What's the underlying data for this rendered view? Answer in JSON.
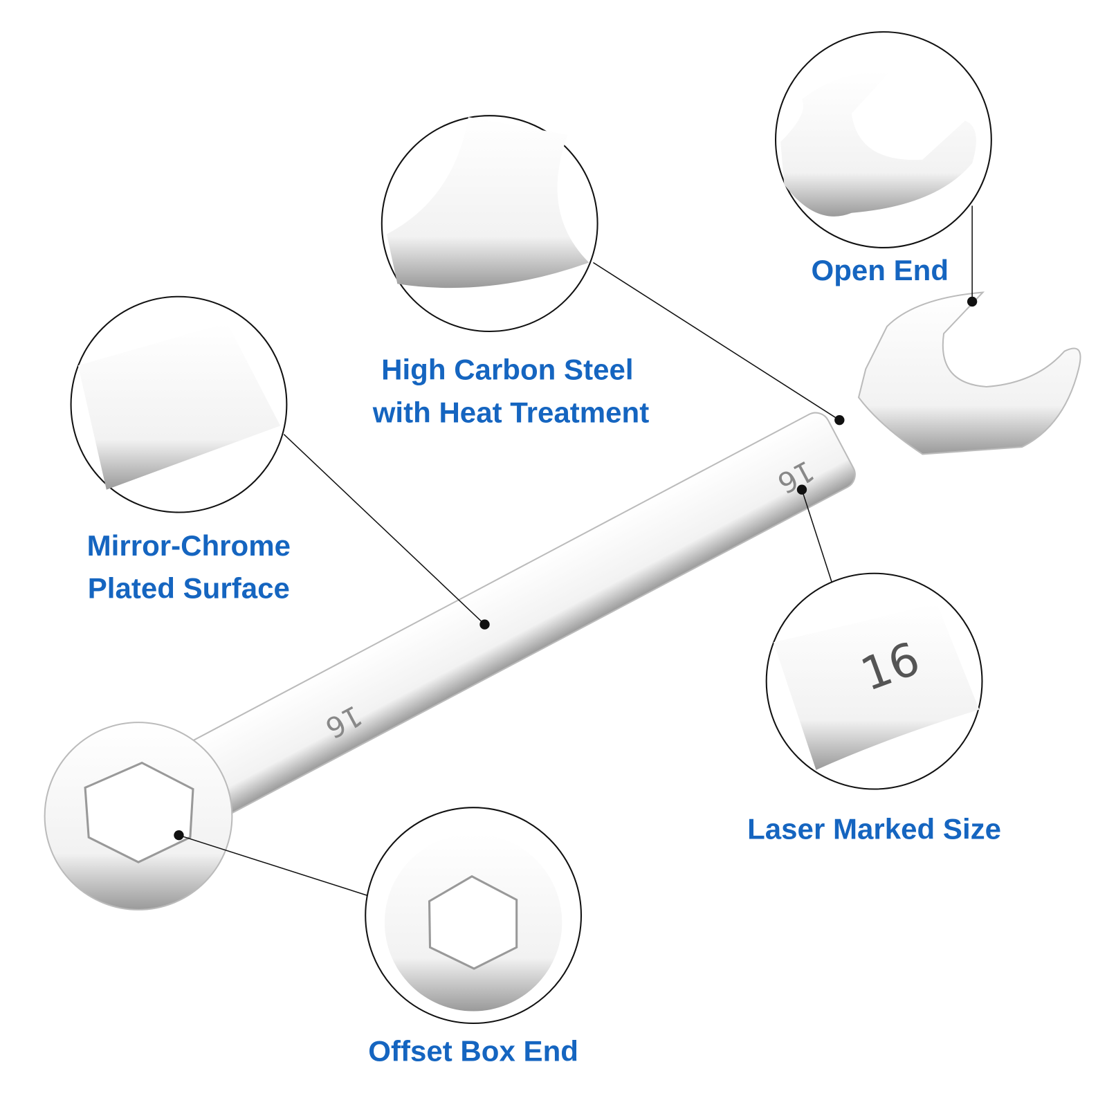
{
  "labels": {
    "open_end": "Open End",
    "steel_line1": "High Carbon Steel",
    "steel_line2": "with Heat Treatment",
    "chrome_line1": "Mirror-Chrome",
    "chrome_line2": "Plated Surface",
    "laser": "Laser Marked Size",
    "box_end": "Offset Box End"
  },
  "size_marking": "16",
  "colors": {
    "label": "#1565c0",
    "steel": "#e6e6e6",
    "outline": "#222222"
  }
}
